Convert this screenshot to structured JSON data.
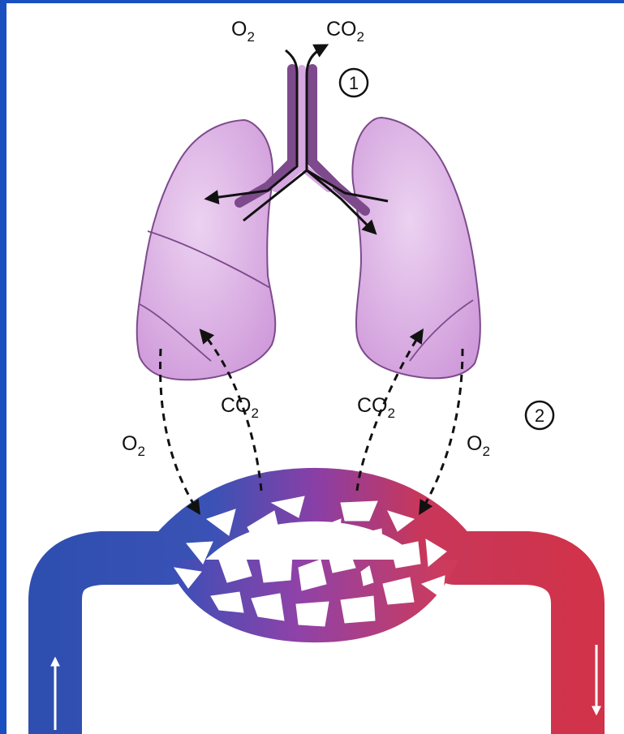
{
  "labels": {
    "trachea_in_main": "O",
    "trachea_in_sub": "2",
    "trachea_out_main": "CO",
    "trachea_out_sub": "2",
    "left_co2_main": "CO",
    "left_co2_sub": "2",
    "right_co2_main": "CO",
    "right_co2_sub": "2",
    "left_o2_main": "O",
    "left_o2_sub": "2",
    "right_o2_main": "O",
    "right_o2_sub": "2"
  },
  "steps": {
    "ventilation": "1",
    "gas_exchange": "2"
  },
  "colors": {
    "frame": "#1a4fbf",
    "lung_fill": "#dcaee6",
    "lung_outline": "#7d4a8c",
    "vein_blue": "#2f4fb0",
    "artery_red": "#d0334a",
    "capillary_mid": "#8a3fa6",
    "arrow": "#111111",
    "flow_arrow": "#ffffff"
  }
}
